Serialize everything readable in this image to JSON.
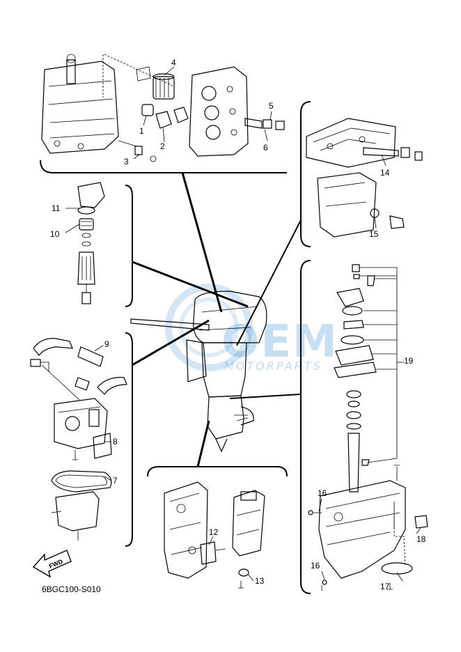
{
  "diagram_code": "6BGC100-S010",
  "fwd_label": "FWD",
  "watermark": {
    "main": "OEM",
    "sub": "MOTORPARTS",
    "color": "#3b8fd1"
  },
  "callouts": [
    {
      "id": "1",
      "text": "1"
    },
    {
      "id": "2",
      "text": "2"
    },
    {
      "id": "3",
      "text": "3"
    },
    {
      "id": "4",
      "text": "4"
    },
    {
      "id": "5",
      "text": "5"
    },
    {
      "id": "6",
      "text": "6"
    },
    {
      "id": "7",
      "text": "7"
    },
    {
      "id": "8",
      "text": "8"
    },
    {
      "id": "9",
      "text": "9"
    },
    {
      "id": "10",
      "text": "10"
    },
    {
      "id": "11",
      "text": "11"
    },
    {
      "id": "12",
      "text": "12"
    },
    {
      "id": "13",
      "text": "13"
    },
    {
      "id": "14",
      "text": "14"
    },
    {
      "id": "15",
      "text": "15"
    },
    {
      "id": "16a",
      "text": "16"
    },
    {
      "id": "16b",
      "text": "16"
    },
    {
      "id": "17",
      "text": "17"
    },
    {
      "id": "18",
      "text": "18"
    },
    {
      "id": "19",
      "text": "19"
    }
  ]
}
